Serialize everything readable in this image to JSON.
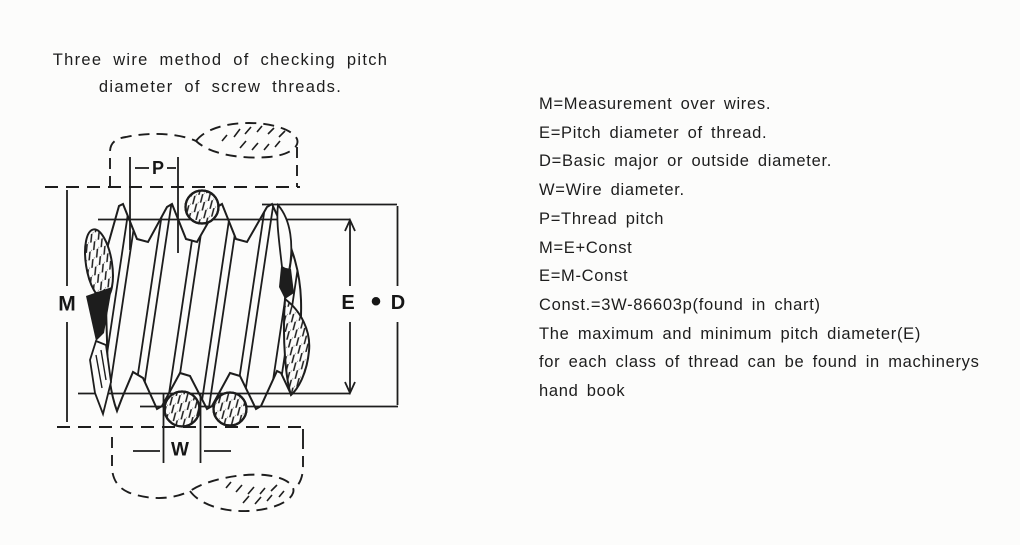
{
  "page": {
    "background": "#fcfcfb",
    "ink_color": "#1d1d1d"
  },
  "title": {
    "line1": "Three wire method of checking pitch",
    "line2": "diameter of screw threads."
  },
  "legend": {
    "lines": [
      "M=Measurement over wires.",
      "E=Pitch diameter of thread.",
      "D=Basic major or outside diameter.",
      "W=Wire diameter.",
      "P=Thread pitch",
      "M=E+Const",
      "E=M-Const",
      "Const.=3W-86603p(found in chart)",
      "The maximum and minimum pitch diameter(E)",
      "for each class of thread can be found in machinerys",
      "hand book"
    ]
  },
  "diagram": {
    "labels": {
      "m": "M",
      "p": "P",
      "e": "E",
      "d": "D",
      "w": "W",
      "separator_dot": "•"
    }
  }
}
